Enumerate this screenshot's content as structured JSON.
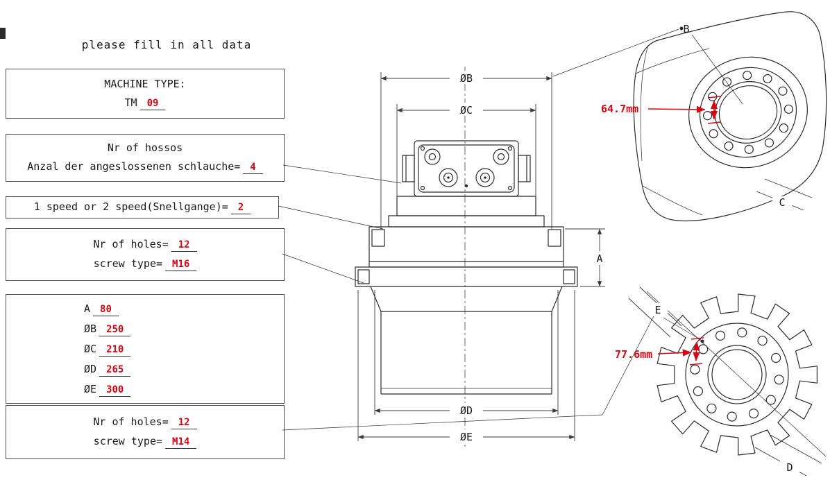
{
  "note": "please fill in all data",
  "boxes": {
    "machine_type": {
      "title": "MACHINE TYPE:",
      "prefix": "TM",
      "value": "09"
    },
    "hoses": {
      "line1": "Nr of hossos",
      "line2": "Anzal der angeslossenen schlauche=",
      "value": "4"
    },
    "speed": {
      "label": "1 speed or 2 speed(Snellgange)=",
      "value": "2"
    },
    "motor_holes": {
      "holes_label": "Nr of holes=",
      "holes_value": "12",
      "screw_label": "screw type=",
      "screw_value": "M16"
    },
    "dimensions": {
      "rows": [
        {
          "label": "A",
          "value": "80"
        },
        {
          "label": "ØB",
          "value": "250"
        },
        {
          "label": "ØC",
          "value": "210"
        },
        {
          "label": "ØD",
          "value": "265"
        },
        {
          "label": "ØE",
          "value": "300"
        }
      ]
    },
    "sprocket_holes": {
      "holes_label": "Nr of holes=",
      "holes_value": "12",
      "screw_label": "screw type=",
      "screw_value": "M14"
    }
  },
  "drawing": {
    "dim_b": "ØB",
    "dim_c": "ØC",
    "dim_a": "A",
    "dim_d": "ØD",
    "dim_e": "ØE",
    "label_b": "B",
    "label_c": "C",
    "label_e": "E",
    "label_d": "D",
    "measure_top": "64.7mm",
    "measure_bottom": "77.6mm",
    "sprocket_teeth": 13,
    "bolt_holes": 12,
    "colors": {
      "line": "#2b2b2b",
      "accent_red": "#d40613"
    }
  }
}
